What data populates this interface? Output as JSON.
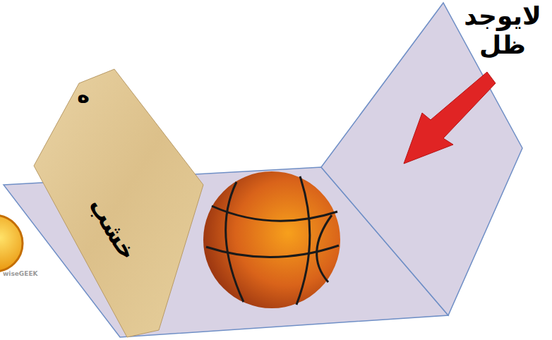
{
  "diagram": {
    "nodes": [
      {
        "text": [
          "ه",
          "خشب"
        ]
      }
    ],
    "labels": [
      "لايوجد ظل",
      "wiseGEEK"
    ]
  }
}
